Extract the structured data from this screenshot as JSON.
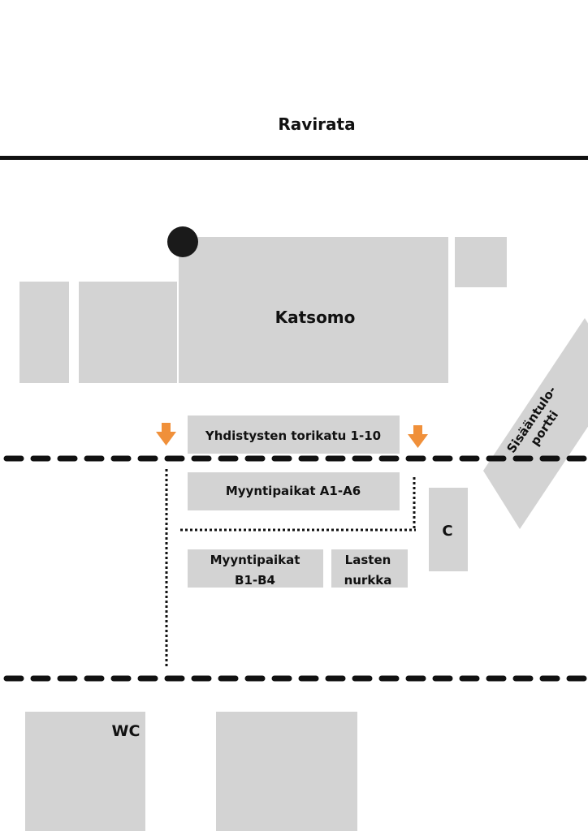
{
  "title": "Ravirata",
  "labels": {
    "katsomo": "Katsomo",
    "torikatu": "Yhdistysten torikatu 1-10",
    "myynti_a": "Myyntipaikat A1-A6",
    "myynti_b_line1": "Myyntipaikat",
    "myynti_b_line2": "B1-B4",
    "lasten_line1": "Lasten",
    "lasten_line2": "nurkka",
    "c": "C",
    "wc": "WC",
    "gate_line1": "Sisääntulo-",
    "gate_line2": "portti"
  },
  "colors": {
    "building": "#d3d3d3",
    "arrow": "#f0903a",
    "line": "#111111"
  }
}
